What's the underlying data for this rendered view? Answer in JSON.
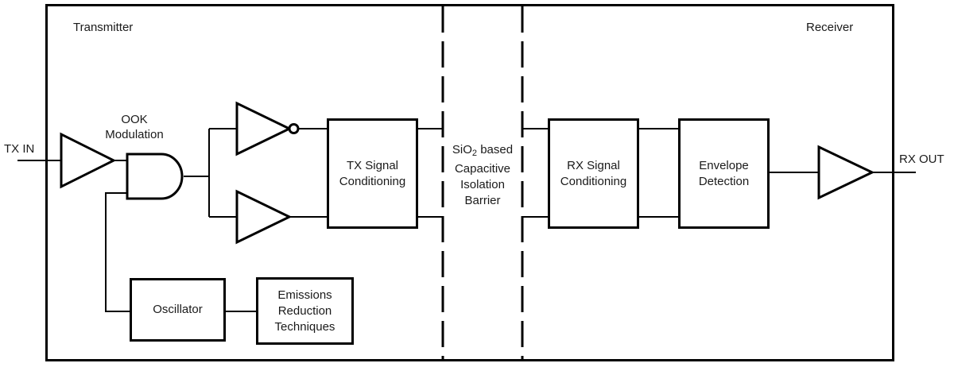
{
  "diagram": {
    "regions": {
      "transmitter": "Transmitter",
      "receiver": "Receiver"
    },
    "ports": {
      "input": "TX IN",
      "output": "RX OUT"
    },
    "modulation_label": {
      "line1": "OOK",
      "line2": "Modulation"
    },
    "blocks": {
      "tx_signal_conditioning": {
        "line1": "TX Signal",
        "line2": "Conditioning"
      },
      "rx_signal_conditioning": {
        "line1": "RX Signal",
        "line2": "Conditioning"
      },
      "envelope_detection": {
        "line1": "Envelope",
        "line2": "Detection"
      },
      "oscillator": {
        "label": "Oscillator"
      },
      "emissions_reduction": {
        "line1": "Emissions",
        "line2": "Reduction",
        "line3": "Techniques"
      }
    },
    "isolation_barrier": {
      "line1_main": "SiO",
      "line1_sub": "2",
      "line1_rest": " based",
      "line2": "Capacitive",
      "line3": "Isolation",
      "line4": "Barrier"
    },
    "colors": {
      "line": "#000000",
      "text": "#1a1a1a",
      "background": "#ffffff"
    }
  }
}
